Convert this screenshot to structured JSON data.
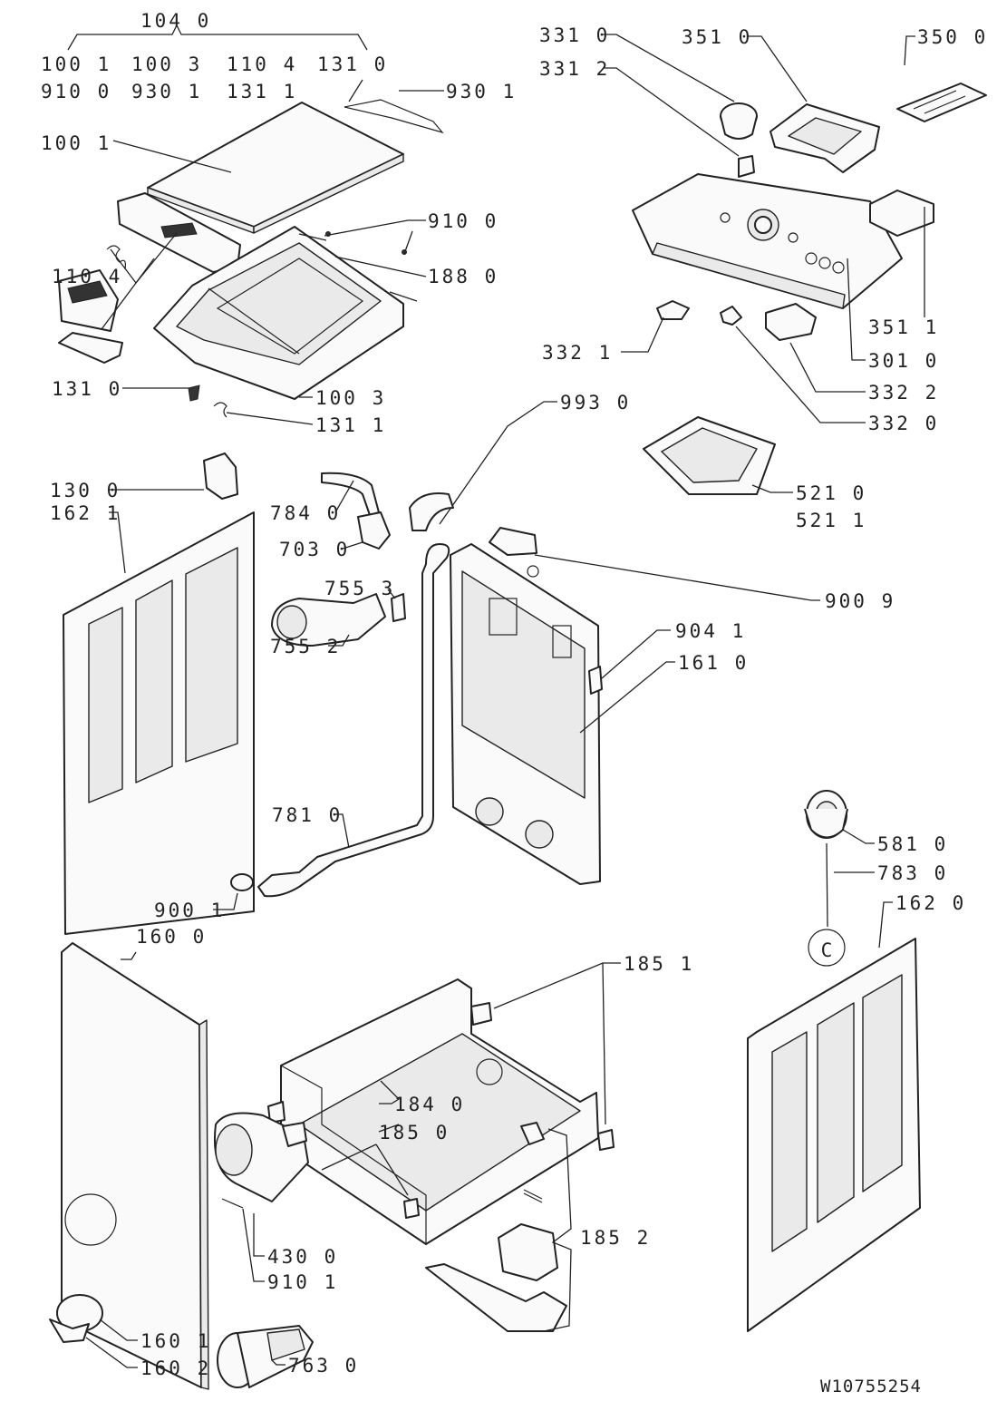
{
  "document_id": "W10755254",
  "labels": [
    {
      "id": "l-1040",
      "text": "104 0"
    },
    {
      "id": "l-1001a",
      "text": "100 1"
    },
    {
      "id": "l-1003a",
      "text": "100 3"
    },
    {
      "id": "l-1104a",
      "text": "110 4"
    },
    {
      "id": "l-1310a",
      "text": "131 0"
    },
    {
      "id": "l-9100a",
      "text": "910 0"
    },
    {
      "id": "l-9301a",
      "text": "930 1"
    },
    {
      "id": "l-1311a",
      "text": "131 1"
    },
    {
      "id": "l-9301b",
      "text": "930 1"
    },
    {
      "id": "l-1001b",
      "text": "100 1"
    },
    {
      "id": "l-9100b",
      "text": "910 0"
    },
    {
      "id": "l-1880",
      "text": "188 0"
    },
    {
      "id": "l-1104b",
      "text": "110 4"
    },
    {
      "id": "l-1310b",
      "text": "131 0"
    },
    {
      "id": "l-1003b",
      "text": "100 3"
    },
    {
      "id": "l-1311b",
      "text": "131 1"
    },
    {
      "id": "l-3310",
      "text": "331 0"
    },
    {
      "id": "l-3312",
      "text": "331 2"
    },
    {
      "id": "l-3510",
      "text": "351 0"
    },
    {
      "id": "l-3500",
      "text": "350 0"
    },
    {
      "id": "l-3511",
      "text": "351 1"
    },
    {
      "id": "l-3321",
      "text": "332 1"
    },
    {
      "id": "l-3010",
      "text": "301 0"
    },
    {
      "id": "l-3322",
      "text": "332 2"
    },
    {
      "id": "l-3320",
      "text": "332 0"
    },
    {
      "id": "l-9930",
      "text": "993 0"
    },
    {
      "id": "l-5210",
      "text": "521 0"
    },
    {
      "id": "l-5211",
      "text": "521 1"
    },
    {
      "id": "l-1300",
      "text": "130 0"
    },
    {
      "id": "l-1621",
      "text": "162 1"
    },
    {
      "id": "l-7840",
      "text": "784 0"
    },
    {
      "id": "l-7030",
      "text": "703 0"
    },
    {
      "id": "l-7553",
      "text": "755 3"
    },
    {
      "id": "l-7552",
      "text": "755 2"
    },
    {
      "id": "l-9009",
      "text": "900 9"
    },
    {
      "id": "l-9041",
      "text": "904 1"
    },
    {
      "id": "l-1610",
      "text": "161 0"
    },
    {
      "id": "l-7810",
      "text": "781 0"
    },
    {
      "id": "l-5810",
      "text": "581 0"
    },
    {
      "id": "l-7830",
      "text": "783 0"
    },
    {
      "id": "l-1620",
      "text": "162 0"
    },
    {
      "id": "l-9001",
      "text": "900 1"
    },
    {
      "id": "l-1600",
      "text": "160 0"
    },
    {
      "id": "l-1851",
      "text": "185 1"
    },
    {
      "id": "l-1840",
      "text": "184 0"
    },
    {
      "id": "l-1850",
      "text": "185 0"
    },
    {
      "id": "l-1852",
      "text": "185 2"
    },
    {
      "id": "l-4300",
      "text": "430 0"
    },
    {
      "id": "l-9101",
      "text": "910 1"
    },
    {
      "id": "l-1601",
      "text": "160 1"
    },
    {
      "id": "l-1602",
      "text": "160 2"
    },
    {
      "id": "l-7630",
      "text": "763 0"
    },
    {
      "id": "l-c",
      "text": "C"
    }
  ]
}
